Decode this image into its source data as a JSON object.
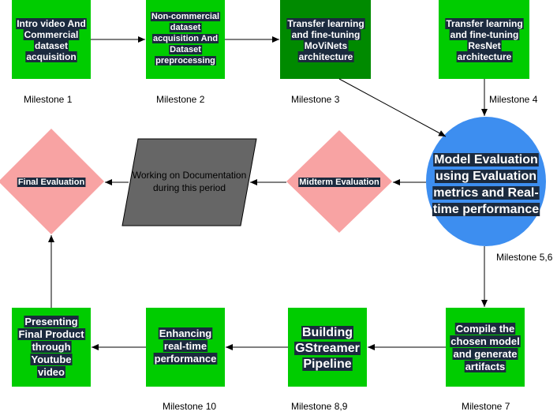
{
  "colors": {
    "box_green": "#00cc00",
    "box_dark_green": "#008a00",
    "diamond_pink": "#f8a3a3",
    "circle_blue": "#3d8ef0",
    "parallelogram_gray": "#666666",
    "text_highlight": "#1b2a3e",
    "text_white": "#ffffff",
    "label_black": "#000000"
  },
  "nodes": {
    "intro_video": [
      "Intro video And",
      "Commercial",
      "dataset",
      "acquisition"
    ],
    "non_commercial": [
      "Non-commercial",
      "dataset",
      "acquisition And",
      "Dataset",
      "preprocessing"
    ],
    "movinets": [
      "Transfer learning",
      "and fine-tuning",
      "MoViNets",
      "architecture"
    ],
    "resnet": [
      "Transfer learning",
      "and fine-tuning",
      "ResNet",
      "architecture"
    ],
    "model_eval": [
      "Model Evaluation",
      "using Evaluation",
      "metrics and Real-",
      "time performance"
    ],
    "midterm_eval": "Midterm Evaluation",
    "documentation": [
      "Working on Documentation",
      "during this period"
    ],
    "final_eval": "Final Evaluation",
    "compile": [
      "Compile the",
      "chosen model",
      "and generate",
      "artifacts"
    ],
    "gstreamer": [
      "Building",
      "GStreamer",
      "Pipeline"
    ],
    "enhancing": [
      "Enhancing",
      "real-time",
      "performance"
    ],
    "presenting": [
      "Presenting",
      "Final Product",
      "through",
      "Youtube",
      "video"
    ]
  },
  "labels": {
    "m1": "Milestone 1",
    "m2": "Milestone 2",
    "m3": "Milestone 3",
    "m4": "Milestone 4",
    "m56": "Milestone 5,6",
    "m7": "Milestone 7",
    "m89": "Milestone 8,9",
    "m10": "Milestone 10"
  }
}
